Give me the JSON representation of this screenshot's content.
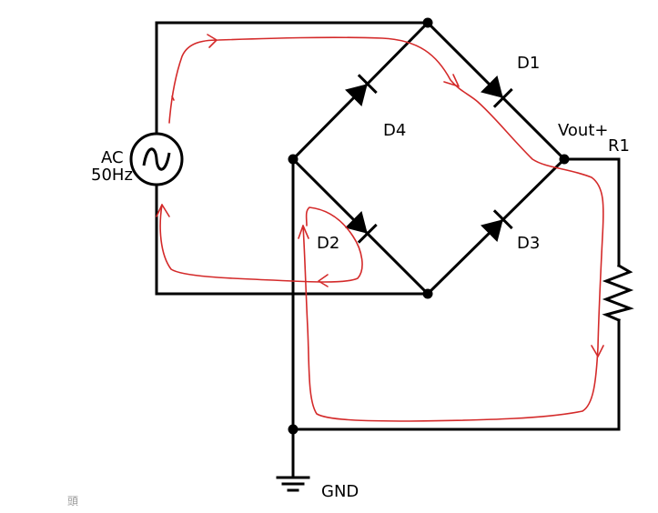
{
  "source": {
    "label_ac": "AC",
    "label_freq": "50Hz"
  },
  "components": {
    "d1": "D1",
    "d2": "D2",
    "d3": "D3",
    "d4": "D4",
    "r1": "R1"
  },
  "nodes": {
    "vout": "Vout+",
    "gnd": "GND"
  },
  "watermark": "頭",
  "colors": {
    "wire": "#000000",
    "current_flow": "#d42a2a"
  }
}
